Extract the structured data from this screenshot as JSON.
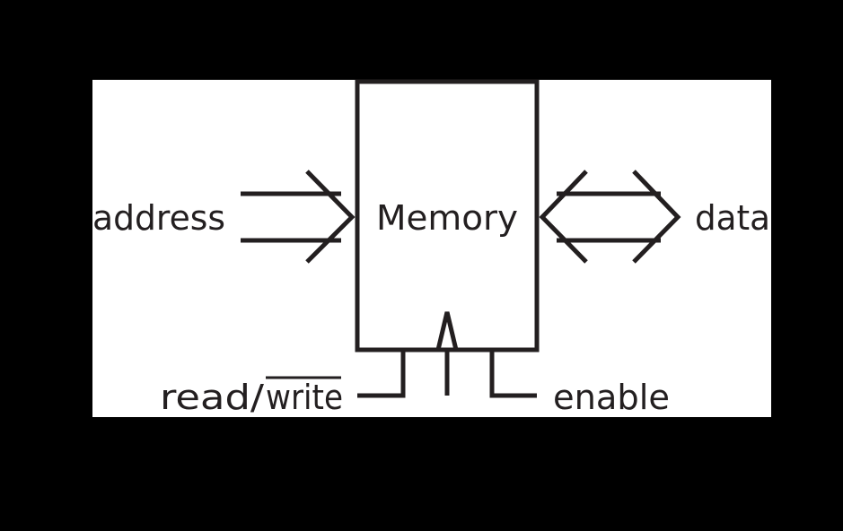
{
  "colors": {
    "frame": "#000000",
    "canvas": "#ffffff",
    "ink": "#231f20"
  },
  "block": {
    "label": "Memory"
  },
  "signals": {
    "address": "address",
    "data": "data",
    "read": "read/",
    "write": "write",
    "enable": "enable"
  }
}
